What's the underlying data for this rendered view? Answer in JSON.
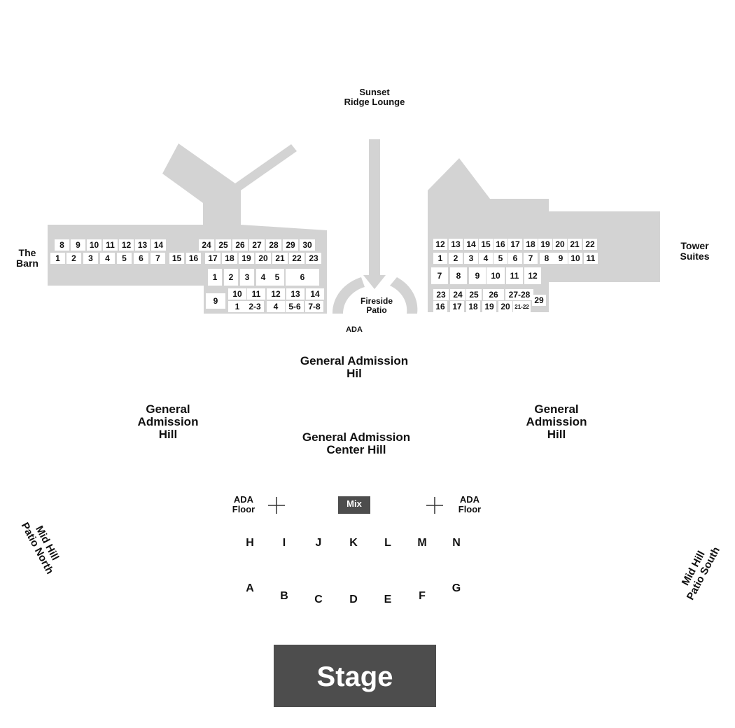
{
  "venue": {
    "sunset_ridge_lounge": "Sunset\nRidge Lounge",
    "the_barn": "The\nBarn",
    "tower_suites": "Tower\nSuites",
    "fireside_patio": "Fireside\nPatio",
    "ada_top": "ADA",
    "ga_hil": "General Admission\nHil",
    "ga_hill_left": "General\nAdmission\nHill",
    "ga_hill_right": "General\nAdmission\nHill",
    "ga_center_hill": "General Admission\nCenter Hill",
    "ada_floor_left": "ADA\nFloor",
    "ada_floor_right": "ADA\nFloor",
    "mix": "Mix",
    "mid_hill_patio_north": "Mid Hill\nPatio North",
    "mid_hill_patio_south": "Mid Hill\nPatio South",
    "stage": "Stage"
  },
  "colors": {
    "section_fill": "#d3d3d3",
    "dark_fill": "#4d4d4d",
    "text": "#111111",
    "box_fill": "#ffffff"
  },
  "barn_left": {
    "top_row": [
      "8",
      "9",
      "10",
      "11",
      "12",
      "13",
      "14"
    ],
    "bottom_row": [
      "1",
      "2",
      "3",
      "4",
      "5",
      "6",
      "7",
      "15",
      "16"
    ]
  },
  "barn_right": {
    "row_a": [
      "24",
      "25",
      "26",
      "27",
      "28",
      "29",
      "30"
    ],
    "row_b": [
      "17",
      "18",
      "19",
      "20",
      "21",
      "22",
      "23"
    ],
    "row_c": [
      "1",
      "2",
      "3",
      "4",
      "5",
      "6"
    ],
    "row_d_single": "9",
    "row_d": [
      "10",
      "11",
      "12",
      "13",
      "14"
    ],
    "row_e": [
      "1",
      "2-3",
      "4",
      "5-6",
      "7-8"
    ]
  },
  "tower": {
    "row_a": [
      "12",
      "13",
      "14",
      "15",
      "16",
      "17",
      "18",
      "19",
      "20",
      "21",
      "22"
    ],
    "row_b": [
      "1",
      "2",
      "3",
      "4",
      "5",
      "6",
      "7",
      "8",
      "9",
      "10",
      "11"
    ],
    "row_c": [
      "7",
      "8",
      "9",
      "10",
      "11",
      "12"
    ],
    "row_d": [
      "23",
      "24",
      "25",
      "26",
      "27-28"
    ],
    "row_e": [
      "16",
      "17",
      "18",
      "19",
      "20",
      "21-22"
    ],
    "end": "29"
  },
  "floor": {
    "back_row": [
      "H",
      "I",
      "J",
      "K",
      "L",
      "M",
      "N"
    ],
    "front_row": [
      "A",
      "B",
      "C",
      "D",
      "E",
      "F",
      "G"
    ]
  }
}
